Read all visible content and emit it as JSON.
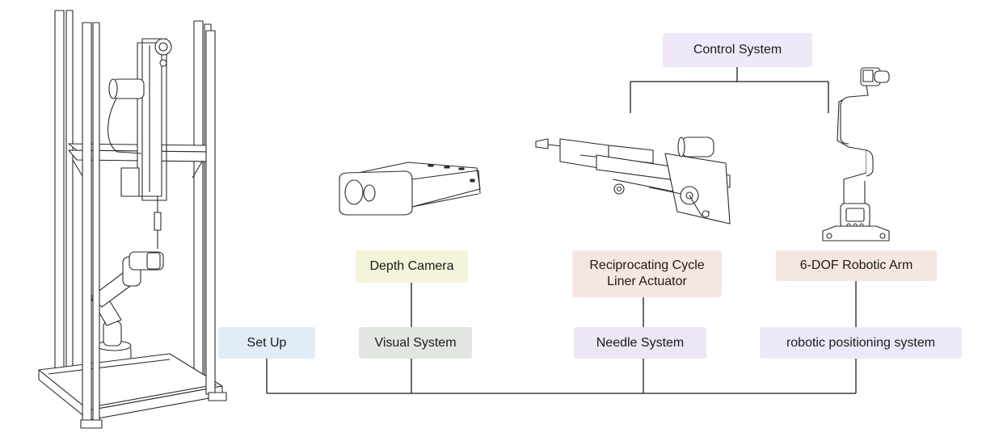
{
  "diagram": {
    "nodes": {
      "control_system": {
        "label": "Control System",
        "fill": "#F0E8F8"
      },
      "depth_camera": {
        "label": "Depth Camera",
        "fill": "#F6F3DC"
      },
      "actuator": {
        "label_line1": "Reciprocating Cycle",
        "label_line2": "Liner Actuator",
        "fill": "#F6E6E2"
      },
      "robotic_arm": {
        "label": "6-DOF Robotic Arm",
        "fill": "#F6E6E2"
      },
      "set_up": {
        "label": "Set Up",
        "fill": "#E1ECF6"
      },
      "visual_system": {
        "label": "Visual System",
        "fill": "#E2E6E0"
      },
      "needle_system": {
        "label": "Needle System",
        "fill": "#EDE6F4"
      },
      "positioning_system": {
        "label": "robotic positioning system",
        "fill": "#EEE9FA"
      }
    },
    "line_color": "#1A1A1A",
    "drawing_color": "#2a2a2a"
  }
}
